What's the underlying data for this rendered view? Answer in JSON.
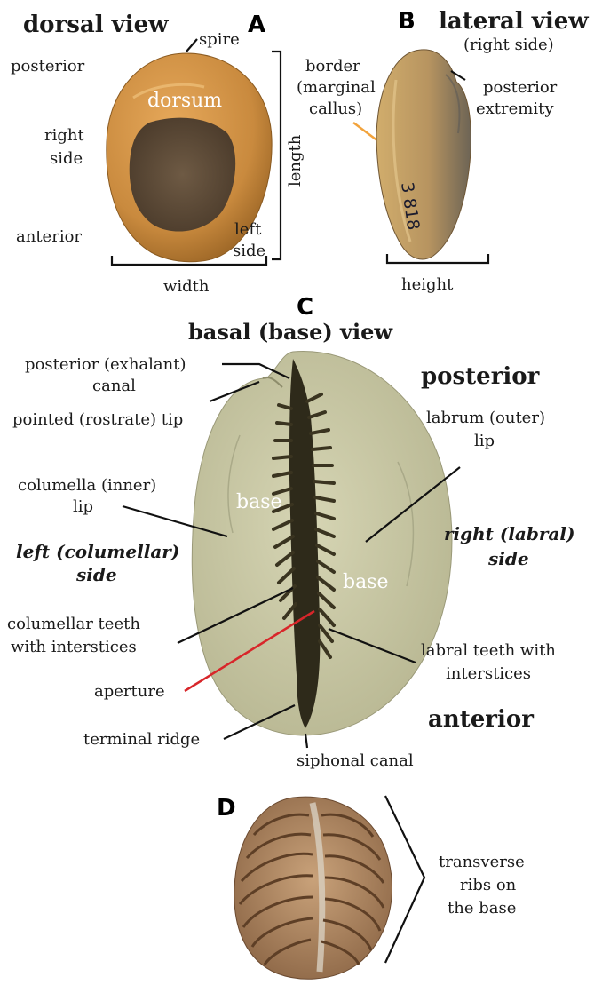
{
  "panel_a": {
    "letter": "A",
    "title": "dorsal view",
    "spire": "spire",
    "posterior": "posterior",
    "right_side": [
      "right",
      "side"
    ],
    "anterior": "anterior",
    "dorsum": "dorsum",
    "left_side": [
      "left",
      "side"
    ],
    "length": "length",
    "width": "width"
  },
  "panel_b": {
    "letter": "B",
    "title": "lateral view",
    "subtitle": "(right side)",
    "border": [
      "border",
      "(marginal",
      "callus)"
    ],
    "posterior_extremity": [
      "posterior",
      "extremity"
    ],
    "height": "height",
    "specimen_mark": "3 818"
  },
  "panel_c": {
    "letter": "C",
    "title": "basal (base) view",
    "posterior_canal": [
      "posterior (exhalant)",
      "canal"
    ],
    "pointed_tip": "pointed (rostrate) tip",
    "posterior": "posterior",
    "labrum": [
      "labrum (outer)",
      "lip"
    ],
    "columella": [
      "columella (inner)",
      "lip"
    ],
    "base_left": "base",
    "base_right": "base",
    "left_side": [
      "left (columellar)",
      "side"
    ],
    "right_side": [
      "right (labral)",
      "side"
    ],
    "columellar_teeth": [
      "columellar teeth",
      "with interstices"
    ],
    "labral_teeth": [
      "labral teeth with",
      "interstices"
    ],
    "aperture": "aperture",
    "anterior": "anterior",
    "terminal_ridge": "terminal ridge",
    "siphonal_canal": "siphonal canal"
  },
  "panel_d": {
    "letter": "D",
    "ribs": [
      "transverse",
      "ribs on",
      "the base"
    ]
  },
  "colors": {
    "dorsal_shell": "#c98a3e",
    "dorsal_worn": "#5e4a36",
    "lateral_shell": "#b79460",
    "basal_shell": "#c7c6a2",
    "aperture": "#2e2a1a",
    "ribbed_shell": "#a8805a",
    "orange_leader": "#f2a33c",
    "red_leader": "#d8262a"
  }
}
